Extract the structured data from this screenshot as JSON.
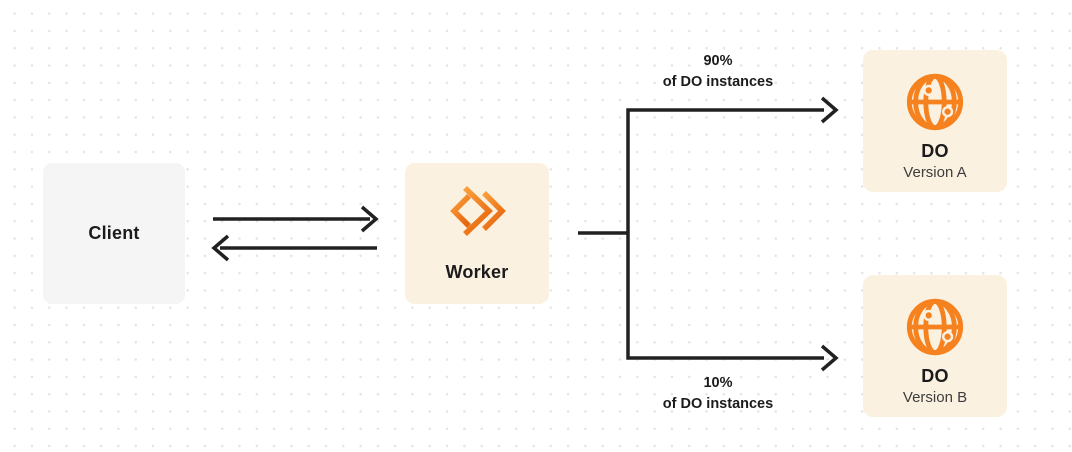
{
  "diagram": {
    "nodes": {
      "client": {
        "label": "Client"
      },
      "worker": {
        "label": "Worker"
      },
      "do_version_a": {
        "title": "DO",
        "subtitle": "Version A"
      },
      "do_version_b": {
        "title": "DO",
        "subtitle": "Version B"
      }
    },
    "branches": {
      "a": {
        "percent": "90%",
        "caption": "of DO instances"
      },
      "b": {
        "percent": "10%",
        "caption": "of DO instances"
      }
    },
    "colors": {
      "accent_orange": "#f6821f",
      "accent_orange_dark": "#e8680f",
      "node_cream_bg": "#fbf1e1",
      "node_gray_bg": "#f5f5f6",
      "line": "#212121",
      "text_primary": "#1b1b1b",
      "text_secondary": "#3d3d3d",
      "grid_dot": "#e4e4e6",
      "canvas_bg": "#ffffff"
    }
  }
}
